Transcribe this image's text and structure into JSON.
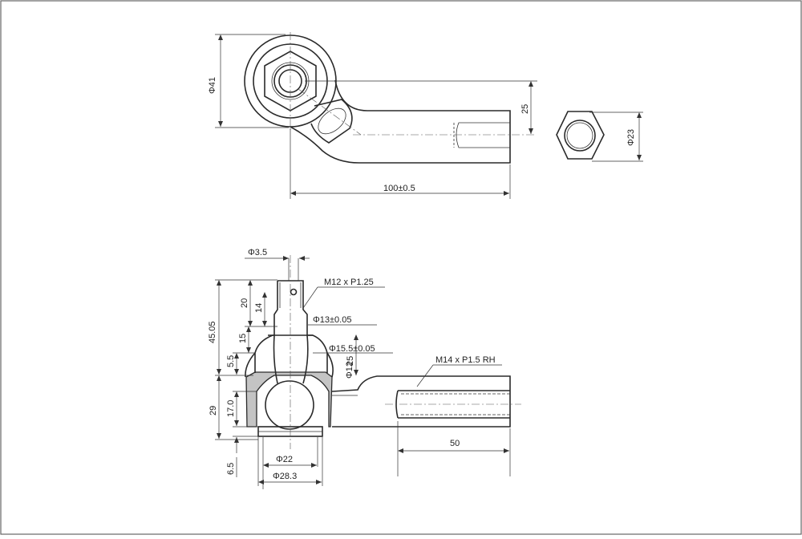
{
  "top_view": {
    "ring_diameter": "Φ41",
    "offset": "25",
    "length": "100±0.5"
  },
  "end_view": {
    "diameter": "Φ23"
  },
  "section_view": {
    "pin_hole": "Φ3.5",
    "thread_stud": "M12 x P1.25",
    "stud_diameter": "Φ13±0.05",
    "taper_diameter": "Φ15.5±0.05",
    "body_thread": "M14 x P1.5 RH",
    "ball_dia": "Φ12",
    "ball_height": "25",
    "stud_height": "45.05",
    "dim_20": "20",
    "dim_14": "14",
    "dim_15": "15",
    "dim_5_5": "5.5",
    "dim_29": "29",
    "dim_17": "17.0",
    "dim_6_5": "6.5",
    "thread_length": "50",
    "socket_inner": "Φ22",
    "socket_outer": "Φ28.3"
  },
  "colors": {
    "line": "#2a2a2a",
    "fill_section": "#c4c4c4",
    "frame": "#555555"
  }
}
